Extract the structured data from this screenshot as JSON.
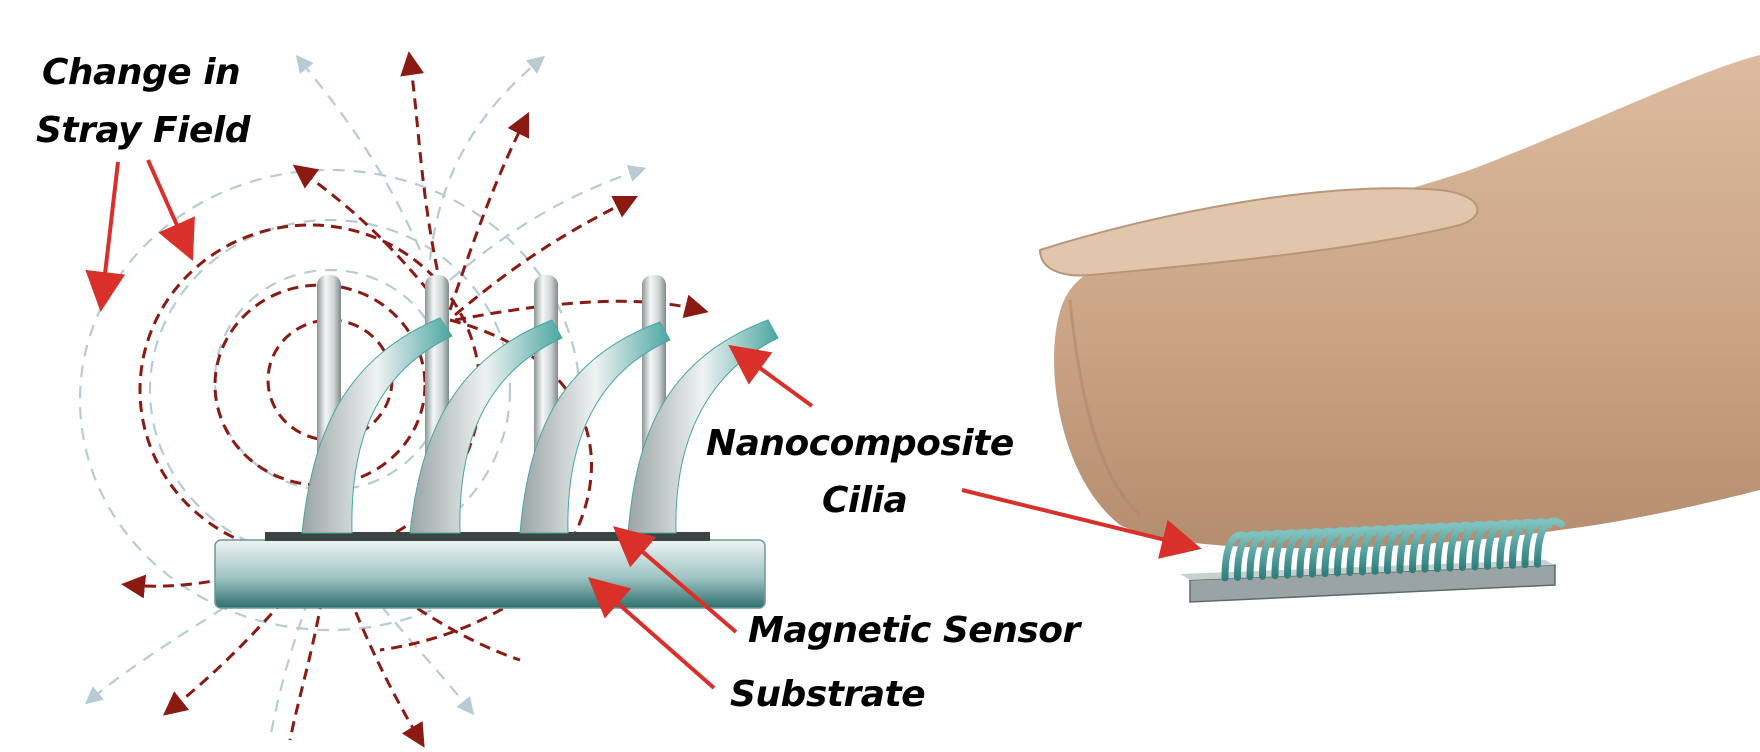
{
  "labels": {
    "stray_field_line1": "Change in",
    "stray_field_line2": "Stray Field",
    "cilia_line1": "Nanocomposite",
    "cilia_line2": "Cilia",
    "sensor": "Magnetic Sensor",
    "substrate": "Substrate"
  },
  "colors": {
    "arrow": "#d9302a",
    "field_dark": "#8a1a12",
    "field_light": "#b8cbd4",
    "teal": "#3d8f8c",
    "skin": "#cfa98a",
    "nail": "#e2c6ab"
  },
  "icons": {
    "finger": "finger-illustration",
    "device": "cilia-sensor-device"
  }
}
